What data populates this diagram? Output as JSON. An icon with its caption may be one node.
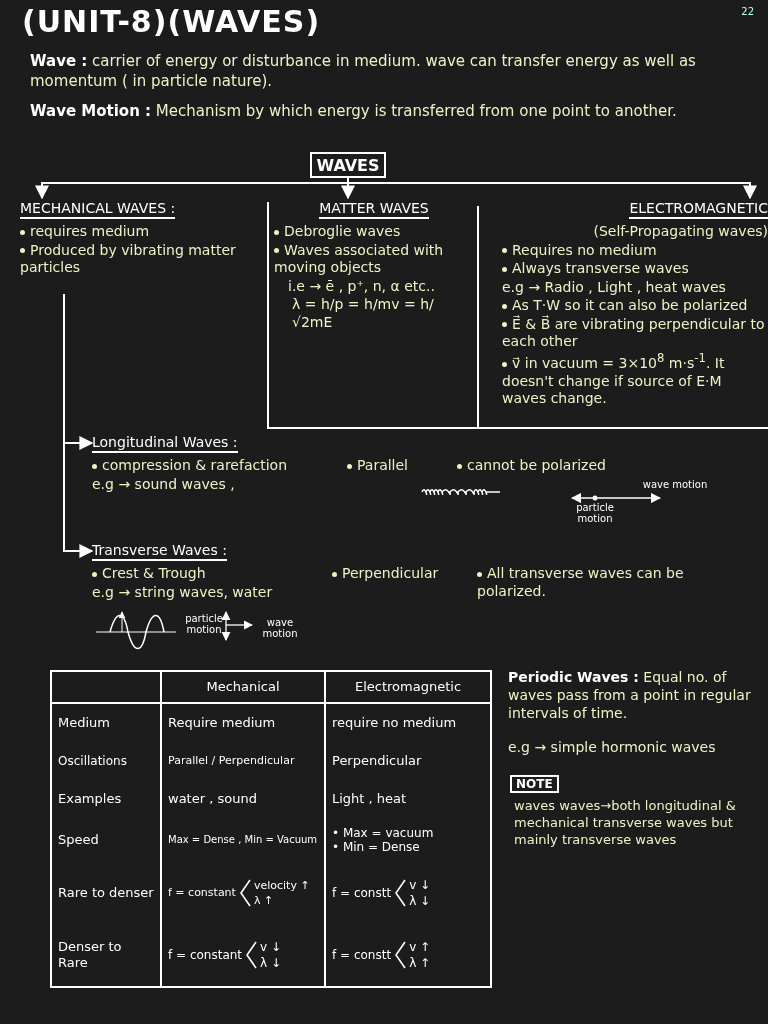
{
  "diagram": {
    "title": "(UNIT-8)(WAVES)",
    "nodes": [
      {
        "text": [
          "WAVES"
        ]
      },
      {
        "text": [
          "MECHANICAL WAVES :",
          "requires medium",
          "Produced by vibrating matter particles"
        ]
      },
      {
        "text": [
          "MATTER WAVES",
          "Debroglie waves",
          "Waves associated with moving objects",
          "i.e → ē , p⁺, n, α etc..",
          "λ = h/p = h/mv = h/√2mE"
        ]
      },
      {
        "text": [
          "ELECTROMAGNETIC",
          "(Self-Propagating waves)",
          "Requires no medium",
          "Always transverse waves",
          "e.g → Radio , Light , heat waves",
          "As T·W so it can also be polarized",
          "E⃗ & B⃗ are vibrating perpendicular to each other",
          "v⃗ in vacuum = 3×10$^{8}$ m·s$^{-1}$. It doesn't change if source of E·M waves change."
        ]
      },
      {
        "text": [
          "Longitudinal Waves :",
          "compression & rarefaction",
          "e.g → sound waves ,",
          "Parallel",
          "cannot be polarized"
        ]
      },
      {
        "text": [
          "Transverse Waves :",
          "Crest & Trough",
          "e.g → string waves, water",
          "Perpendicular",
          "All transverse waves can be polarized."
        ]
      }
    ],
    "edges": [
      {
        "from": 0,
        "to": 1,
        "arrow": "to"
      },
      {
        "from": 0,
        "to": 2,
        "arrow": "to"
      },
      {
        "from": 0,
        "to": 3,
        "arrow": "to"
      },
      {
        "from": 1,
        "to": 4,
        "arrow": "to"
      },
      {
        "from": 1,
        "to": 5,
        "arrow": "to"
      }
    ],
    "labels": [
      "22",
      "**Wave :** carrier of energy or disturbance in medium. wave can transfer energy as well as momentum ( in particle nature).",
      "**Wave Motion :** Mechanism by which energy is transferred from one point to another.",
      "wave motion",
      "particle motion",
      "particle motion",
      "wave motion",
      "Mechanical",
      "Electromagnetic",
      "Medium",
      "Require medium",
      "require no medium",
      "Oscillations",
      "Parallel / Perpendicular",
      "Perpendicular",
      "Examples",
      "water , sound",
      "Light , heat",
      "Speed",
      "Max = Dense , Min = Vacuum",
      "• Max = vacuum",
      "• Min = Dense",
      "Rare to denser",
      "f = constant",
      "velocity ↑",
      "λ ↑",
      "f = constt",
      "v ↓",
      "λ ↓",
      "Denser to Rare",
      "f = constant",
      "v ↓",
      "λ ↓",
      "f = constt",
      "v ↑",
      "λ ↑",
      "**Periodic Waves :** Equal no. of waves pass from a point in regular intervals of time.",
      "e.g → simple hormonic waves",
      "NOTE",
      "waves waves→both longitudinal & mechanical transverse waves but mainly transverse waves"
    ]
  }
}
